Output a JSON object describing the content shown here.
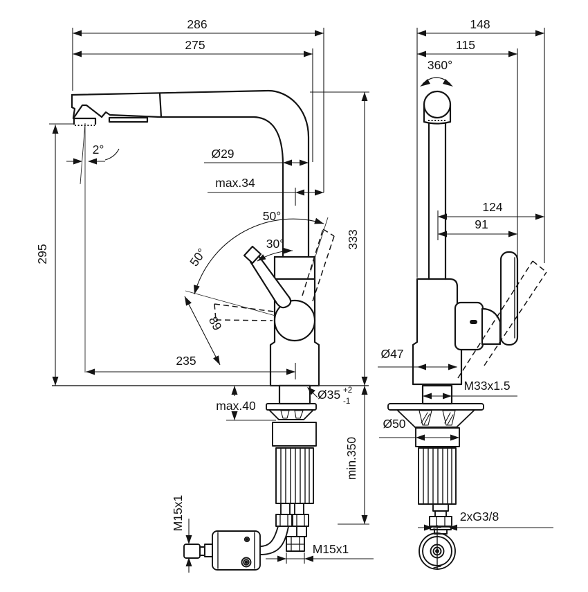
{
  "colors": {
    "ink": "#141414",
    "background": "#ffffff"
  },
  "labels": {
    "overall_width_side": "286",
    "spout_reach": "275",
    "spout_tilt": "2°",
    "outlet_height": "295",
    "spout_tube_dia": "Ø29",
    "outlet_offset": "max.34",
    "handle_swing_upper": "50°",
    "handle_swing_side": "50°",
    "handle_open_angle": "30°",
    "handle_length": "89",
    "spout_projection": "235",
    "total_height": "333",
    "deck_thickness": "max.40",
    "hole_dia": "Ø35",
    "hole_tol_plus": "+2",
    "hole_tol_minus": "-1",
    "hose_min_length": "min.350",
    "hose_coupling_side": "M15x1",
    "hose_coupling_bottom": "M15x1",
    "overall_width_front": "148",
    "body_width_front": "115",
    "swivel_range": "360°",
    "handle_reach": "124",
    "handle_width": "91",
    "body_dia": "Ø47",
    "shank_thread": "M33x1.5",
    "flange_dia": "Ø50",
    "supply_thread": "2xG3/8"
  }
}
